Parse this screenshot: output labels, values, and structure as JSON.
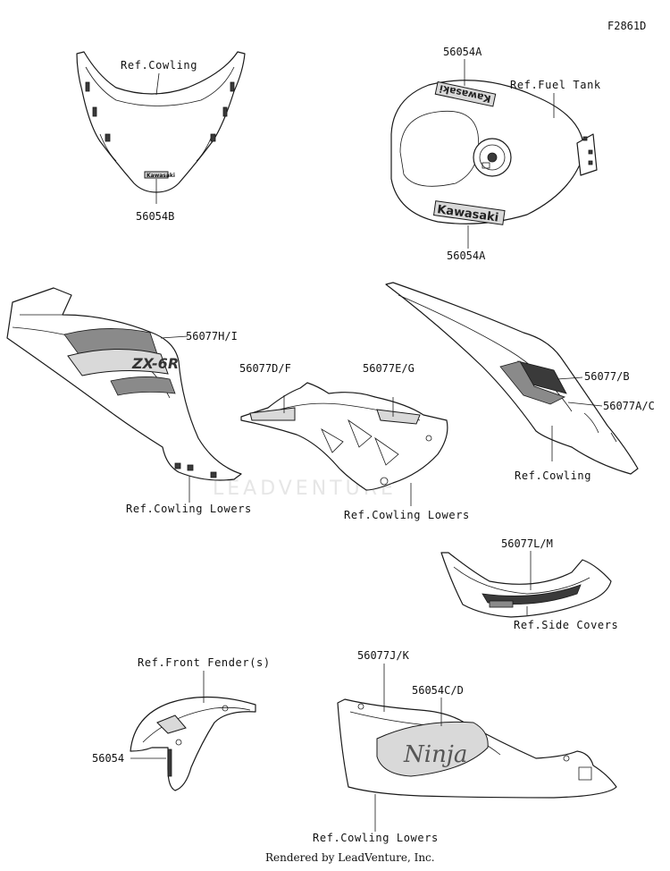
{
  "figure_code": "F2861D",
  "watermark": "LEADVENTURE",
  "credit": "Rendered by LeadVenture, Inc.",
  "labels": {
    "windshield_ref": "Ref.Cowling",
    "windshield_part": "56054B",
    "tank_top_part": "56054A",
    "tank_ref": "Ref.Fuel Tank",
    "tank_bottom_part": "56054A",
    "left_cowl_part": "56077H/I",
    "left_cowl_ref": "Ref.Cowling Lowers",
    "center_left_part": "56077D/F",
    "center_right_part": "56077E/G",
    "center_ref": "Ref.Cowling Lowers",
    "right_cowl_part_b": "56077/B",
    "right_cowl_part_ac": "56077A/C",
    "right_cowl_ref": "Ref.Cowling",
    "side_cover_part": "56077L/M",
    "side_cover_ref": "Ref.Side Covers",
    "fender_ref": "Ref.Front Fender(s)",
    "fender_part": "56054",
    "lower_part_jk": "56077J/K",
    "lower_part_cd": "56054C/D",
    "lower_ref": "Ref.Cowling Lowers"
  },
  "decal_text": {
    "brand": "Kawasaki",
    "model": "ZX-6R",
    "ninja": "Ninja"
  }
}
